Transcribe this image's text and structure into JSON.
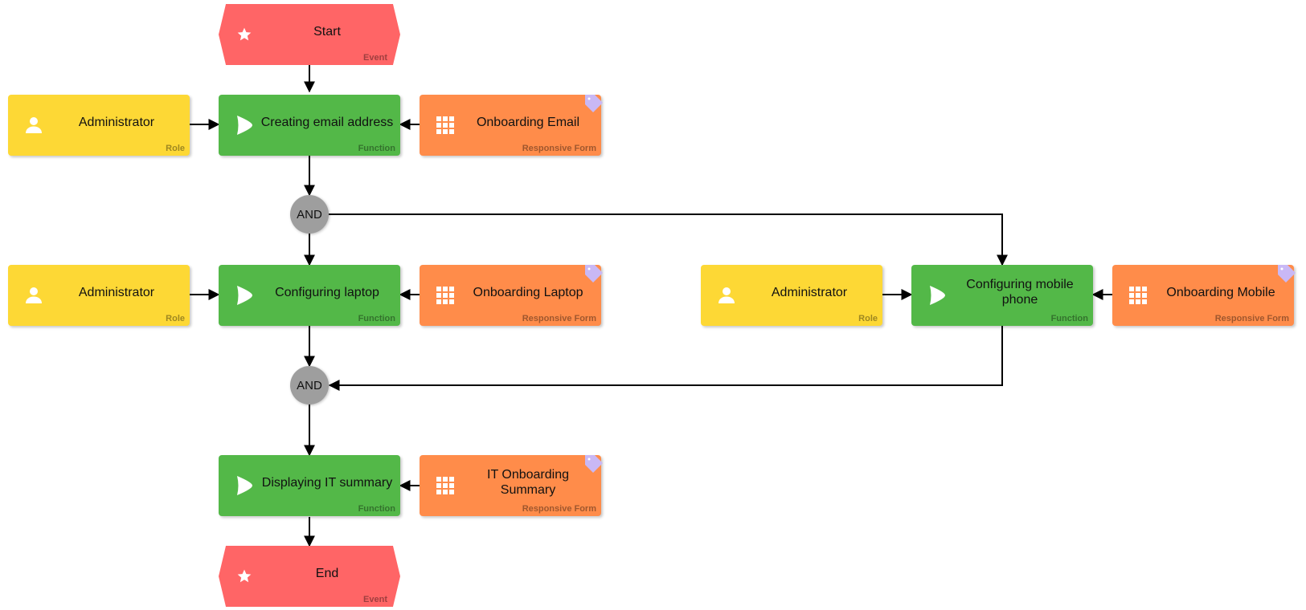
{
  "nodes": {
    "start": {
      "label": "Start",
      "type": "Event"
    },
    "admin_email": {
      "label": "Administrator",
      "type": "Role"
    },
    "creating_email": {
      "label": "Creating email address",
      "type": "Function"
    },
    "form_email": {
      "label": "Onboarding Email",
      "type": "Responsive Form"
    },
    "and_split": {
      "label": "AND"
    },
    "admin_laptop": {
      "label": "Administrator",
      "type": "Role"
    },
    "configuring_laptop": {
      "label": "Configuring laptop",
      "type": "Function"
    },
    "form_laptop": {
      "label": "Onboarding Laptop",
      "type": "Responsive Form"
    },
    "admin_mobile": {
      "label": "Administrator",
      "type": "Role"
    },
    "configuring_mobile": {
      "label": "Configuring mobile phone",
      "type": "Function"
    },
    "form_mobile": {
      "label": "Onboarding Mobile",
      "type": "Responsive Form"
    },
    "and_join": {
      "label": "AND"
    },
    "displaying_summary": {
      "label": "Displaying IT summary",
      "type": "Function"
    },
    "form_summary": {
      "label": "IT Onboarding Summary",
      "type": "Responsive Form"
    },
    "end": {
      "label": "End",
      "type": "Event"
    }
  },
  "colors": {
    "event": "#ff6566",
    "role": "#fdd835",
    "function": "#53b848",
    "form": "#ff8c4a",
    "gateway": "#9e9e9e",
    "tag": "#c9b8f5",
    "edge": "#000000"
  },
  "icons": {
    "event": "star-icon",
    "role": "person-icon",
    "function": "play-icon",
    "form": "grid-icon",
    "form_tag": "tag-icon"
  }
}
